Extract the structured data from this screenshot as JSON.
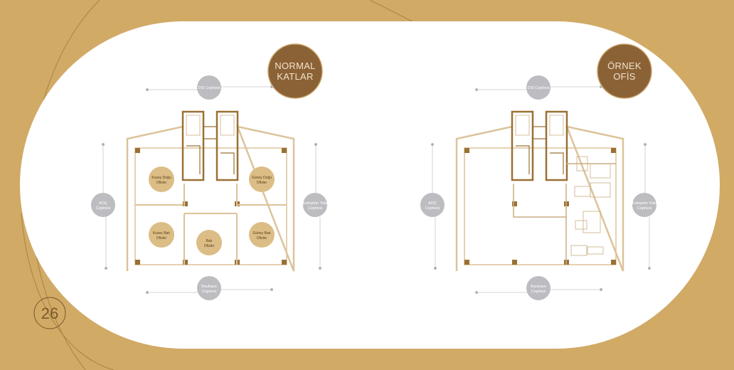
{
  "section_title": "KAT PLANLARI",
  "page_number": "26",
  "colors": {
    "background": "#d1aa66",
    "badge": "#8b6236",
    "wall": "#9a7034",
    "label_circle": "#bdbcc0",
    "office_circle": "#dcbd85"
  },
  "plans": [
    {
      "badge": [
        "NORMAL",
        "KATLAR"
      ],
      "facades": {
        "top": "DSİ Cephesi",
        "left": [
          "AOÇ",
          "Cephesi"
        ],
        "right": [
          "Eskişehir Yolu",
          "Cephesi"
        ],
        "bottom": [
          "Bauhaus",
          "Cephesi"
        ]
      },
      "offices": [
        [
          "Kuzey Doğu",
          "Ofisler"
        ],
        [
          "Güney Doğu",
          "Ofisler"
        ],
        [
          "Kuzey Batı",
          "Ofisler"
        ],
        [
          "Batı",
          "Ofisler"
        ],
        [
          "Güney Batı",
          "Ofisler"
        ]
      ]
    },
    {
      "badge": [
        "ÖRNEK",
        "OFİS"
      ],
      "facades": {
        "top": "DSİ Cephesi",
        "left": [
          "AOÇ",
          "Cephesi"
        ],
        "right": [
          "Eskişehir Yolu",
          "Cephesi"
        ],
        "bottom": [
          "Bauhaus",
          "Cephesi"
        ]
      }
    }
  ]
}
